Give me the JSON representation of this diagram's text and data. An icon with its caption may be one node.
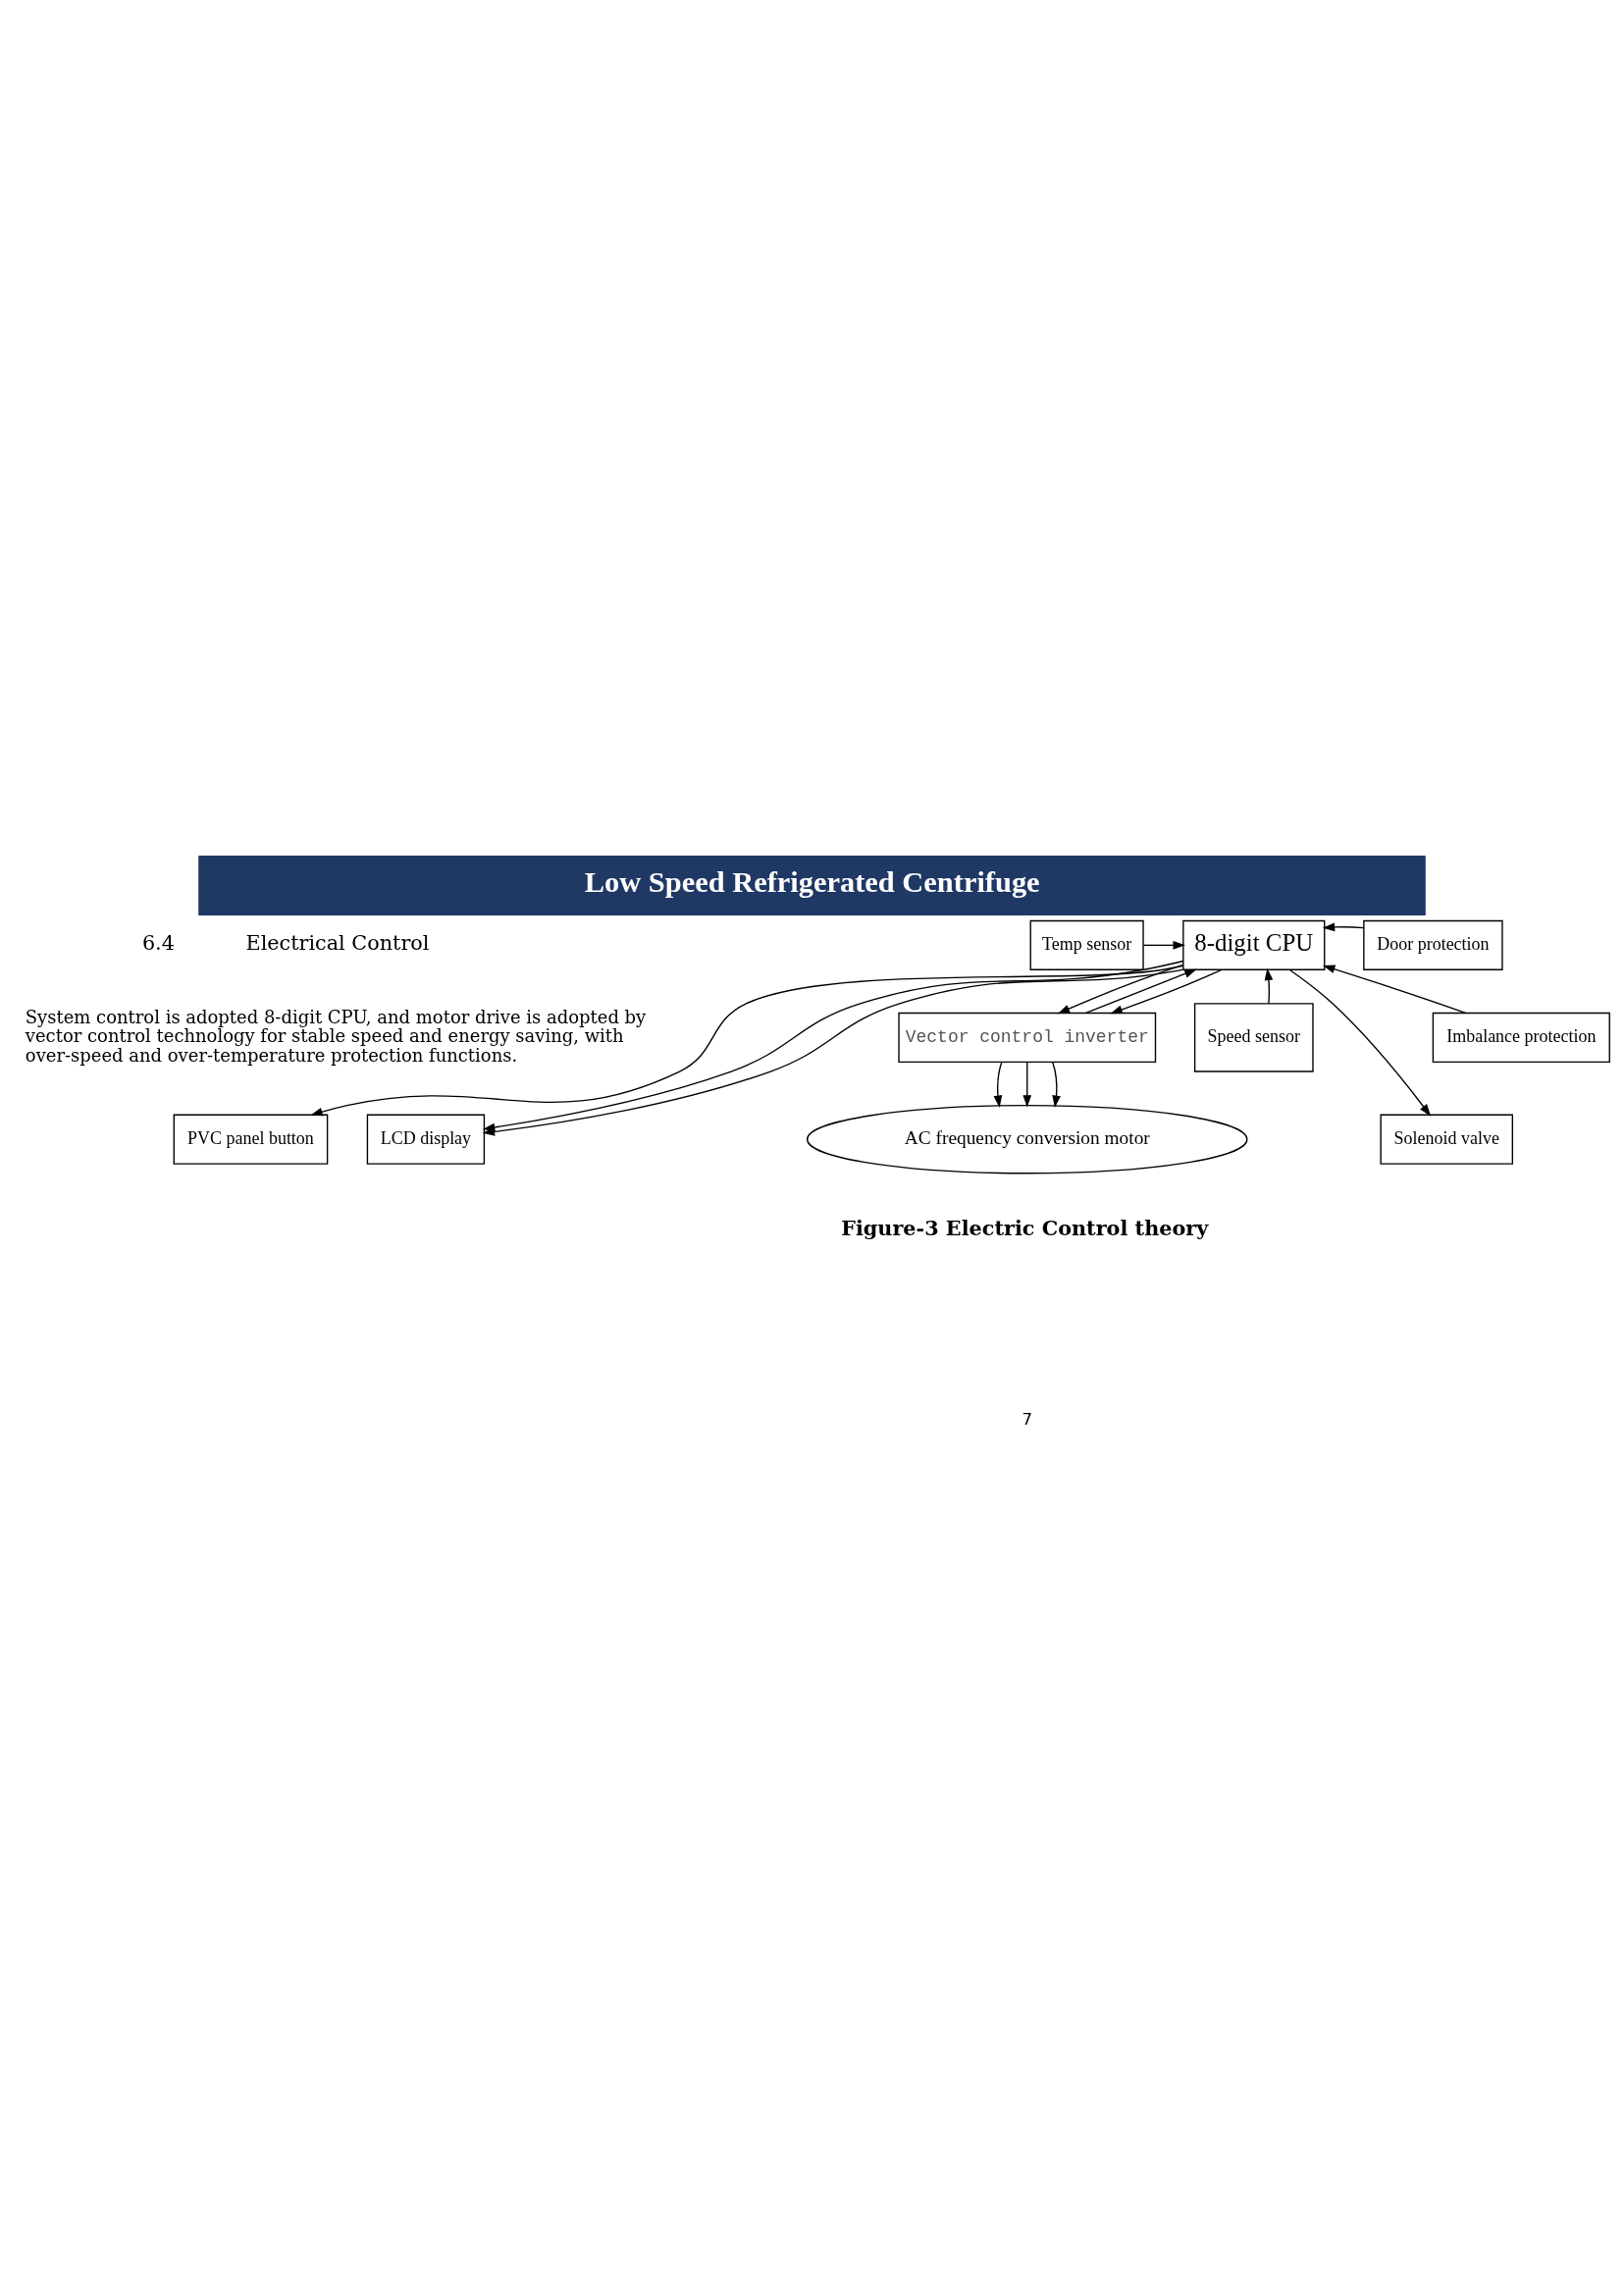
{
  "diagram": {
    "title": "Low Speed Refrigerated Centrifuge",
    "caption": "Figure-3 Electric Control theory",
    "nodes": [
      {
        "text": [
          "PVC panel button"
        ]
      },
      {
        "text": [
          "LCD display"
        ]
      },
      {
        "text": [
          "Temp sensor"
        ]
      },
      {
        "text": [
          "8-digit CPU"
        ]
      },
      {
        "text": [
          "Door protection"
        ]
      },
      {
        "text": [
          "Speed sensor"
        ]
      },
      {
        "text": [
          "Imbalance protection"
        ]
      },
      {
        "text": [
          "Vector control inverter"
        ]
      },
      {
        "text": [
          "Solenoid valve"
        ]
      },
      {
        "text": [
          "AC frequency conversion motor"
        ]
      }
    ],
    "edges": [
      {
        "from": 3,
        "to": 0,
        "arrow": "to"
      },
      {
        "from": 3,
        "to": 1,
        "arrow": "to"
      },
      {
        "from": 3,
        "to": 1,
        "arrow": "to"
      },
      {
        "from": 2,
        "to": 3,
        "arrow": "to"
      },
      {
        "from": 4,
        "to": 3,
        "arrow": "to"
      },
      {
        "from": 5,
        "to": 3,
        "arrow": "to"
      },
      {
        "from": 6,
        "to": 3,
        "arrow": "to"
      },
      {
        "from": 7,
        "to": 3,
        "arrow": "to"
      },
      {
        "from": 3,
        "to": 7,
        "arrow": "to"
      },
      {
        "from": 3,
        "to": 7,
        "arrow": "to"
      },
      {
        "from": 3,
        "to": 8,
        "arrow": "to"
      },
      {
        "from": 7,
        "to": 9,
        "arrow": "to"
      },
      {
        "from": 7,
        "to": 9,
        "arrow": "to"
      },
      {
        "from": 7,
        "to": 9,
        "arrow": "to"
      }
    ],
    "labels": [
      "6.4",
      "Electrical Control",
      "System control is adopted 8-digit CPU, and motor drive is adopted by vector control technology for stable speed and energy saving, with over-speed and over-temperature protection functions.",
      "7"
    ]
  }
}
